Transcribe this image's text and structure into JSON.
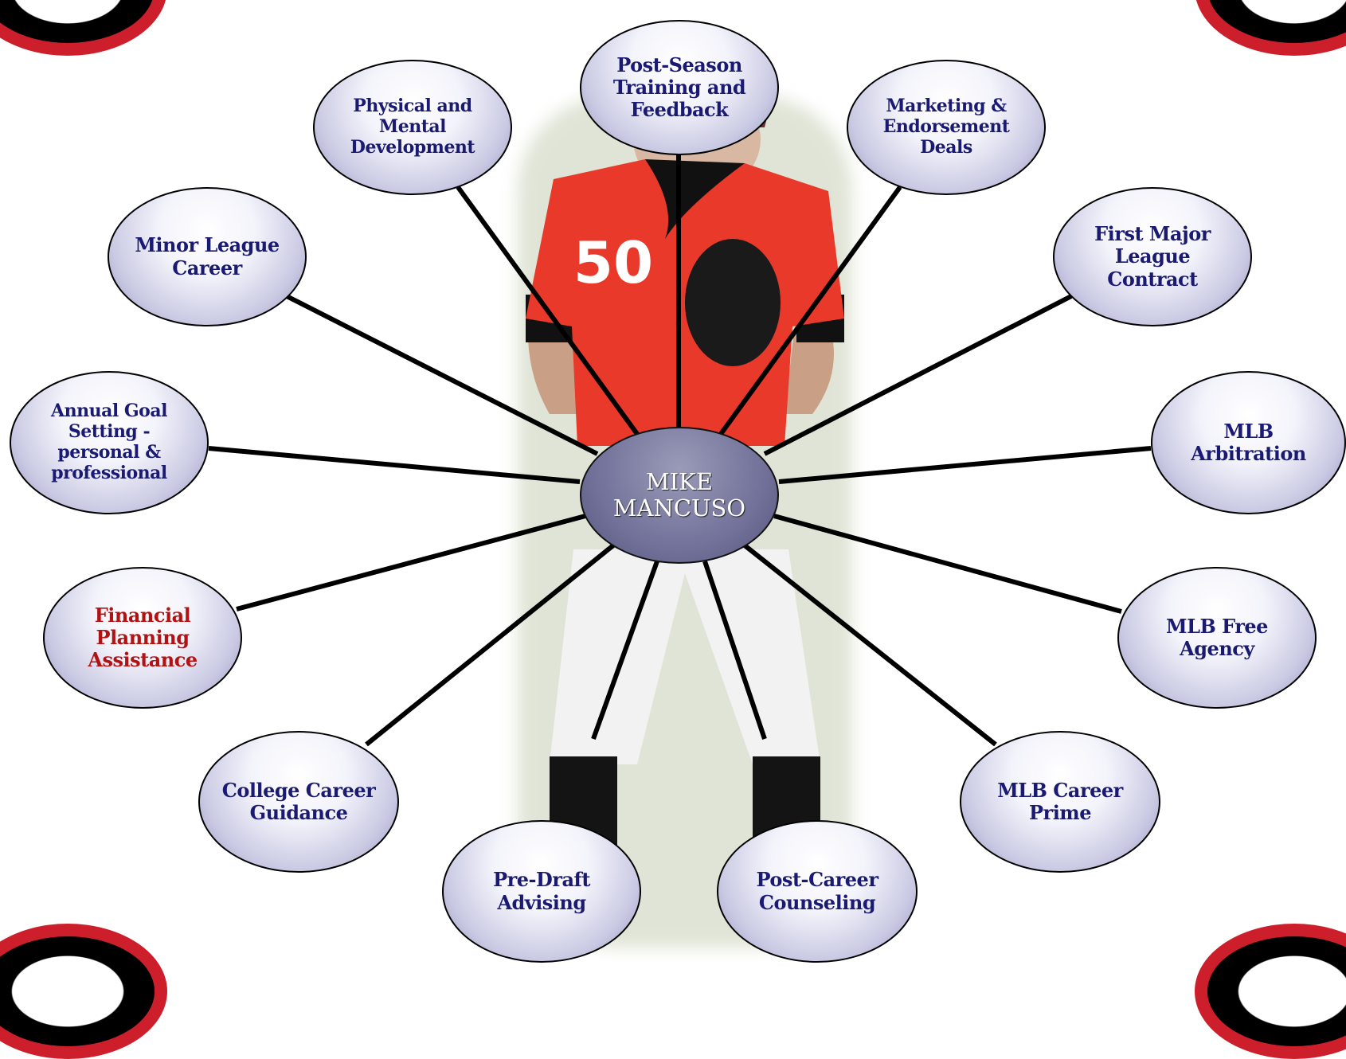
{
  "center": {
    "line1": "MIKE",
    "line2": "MANCUSO"
  },
  "nodes": [
    {
      "id": "post-season-training",
      "label": "Post-Season\nTraining and\nFeedback"
    },
    {
      "id": "physical-mental",
      "label": "Physical and\nMental\nDevelopment"
    },
    {
      "id": "marketing",
      "label": "Marketing &\nEndorsement\nDeals"
    },
    {
      "id": "minor-league",
      "label": "Minor League\nCareer"
    },
    {
      "id": "first-major-league",
      "label": "First Major\nLeague\nContract"
    },
    {
      "id": "annual-goal",
      "label": "Annual Goal\nSetting -\npersonal &\nprofessional"
    },
    {
      "id": "mlb-arbitration",
      "label": "MLB\nArbitration"
    },
    {
      "id": "financial-planning",
      "label": "Financial\nPlanning\nAssistance"
    },
    {
      "id": "mlb-free-agency",
      "label": "MLB Free\nAgency"
    },
    {
      "id": "college-career",
      "label": "College Career\nGuidance"
    },
    {
      "id": "mlb-career-prime",
      "label": "MLB Career\nPrime"
    },
    {
      "id": "pre-draft",
      "label": "Pre-Draft\nAdvising"
    },
    {
      "id": "post-career",
      "label": "Post-Career\nCounseling"
    }
  ],
  "photo": {
    "jersey_number": "50"
  },
  "colors": {
    "node_text": "#1a1a72",
    "highlight_text": "#b31212",
    "jersey": "#e8392a",
    "logo_ring": "#cc1f2b"
  }
}
